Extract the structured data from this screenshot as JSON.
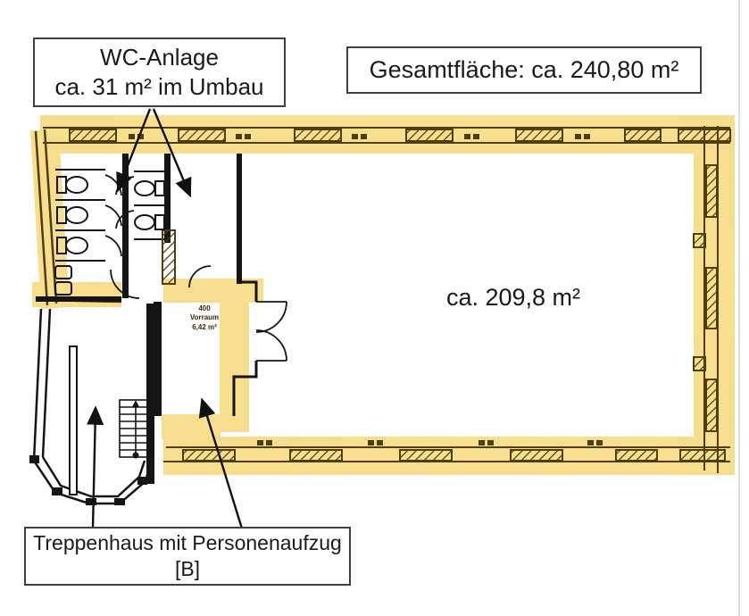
{
  "colors": {
    "page_bg": "#fdfdfd",
    "highlight": "#F7DB85",
    "wall_ink": "#4F3D0E",
    "interior_wall": "#151515",
    "box_border": "#3f3f3f",
    "text_color": "#1a1a1a",
    "arrow_color": "#111111"
  },
  "labels": {
    "wc": {
      "line1": "WC-Anlage",
      "line2": "ca. 31 m² im Umbau"
    },
    "total_area": {
      "text": "Gesamtfläche: ca. 240,80 m²"
    },
    "main_area": {
      "text": "ca. 209,8 m²"
    },
    "stairwell": {
      "line1": "Treppenhaus mit Personenaufzug",
      "line2": "[B]"
    },
    "vorraum": {
      "number": "400",
      "name": "Vorraum",
      "area": "6,42 m²"
    }
  }
}
